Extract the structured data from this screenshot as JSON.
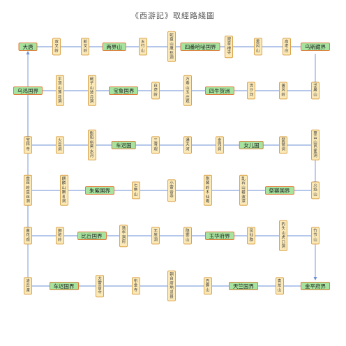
{
  "title": "《西游記》取經路綫圖",
  "colors": {
    "box_fill": "#fbe9b8",
    "box_border": "#d9a34a",
    "kingdom_fill": "#a6e39e",
    "kingdom_border": "#e07b39",
    "line": "#6a8fd6"
  },
  "rows": [
    {
      "direction": "right",
      "nodes": [
        {
          "label": "大唐",
          "kind": "kingdom"
        },
        {
          "label": "双叉岭",
          "kind": "place"
        },
        {
          "label": "蛇叉岭",
          "kind": "place"
        },
        {
          "label": "两界山",
          "kind": "kingdom"
        },
        {
          "label": "五行山",
          "kind": "place"
        },
        {
          "label": "蛇盘山鹰愁涧",
          "kind": "place"
        },
        {
          "label": "四番哈咇国界",
          "kind": "kingdom"
        },
        {
          "label": "观音禅寺",
          "kind": "place"
        },
        {
          "label": "黑风山",
          "kind": "place"
        },
        {
          "label": "高老庄",
          "kind": "place"
        },
        {
          "label": "乌斯藏界",
          "kind": "kingdom"
        }
      ]
    },
    {
      "direction": "left",
      "nodes": [
        {
          "label": "乌鸡国界",
          "kind": "kingdom"
        },
        {
          "label": "平顶山莲花洞",
          "kind": "place"
        },
        {
          "label": "碗子山波月洞",
          "kind": "place"
        },
        {
          "label": "宝象国界",
          "kind": "kingdom"
        },
        {
          "label": "白虎岭",
          "kind": "place"
        },
        {
          "label": "万寿山五庄观",
          "kind": "place"
        },
        {
          "label": "四牛贺洲",
          "kind": "kingdom"
        },
        {
          "label": "流沙河",
          "kind": "place"
        },
        {
          "label": "黄风岭",
          "kind": "place"
        },
        {
          "label": "浮屠山",
          "kind": "place"
        }
      ]
    },
    {
      "direction": "right",
      "nodes": [
        {
          "label": "宝林寺",
          "kind": "place"
        },
        {
          "label": "火云洞",
          "kind": "place"
        },
        {
          "label": "衡阳峪黑水河",
          "kind": "place"
        },
        {
          "label": "车迟国",
          "kind": "kingdom"
        },
        {
          "label": "三清观",
          "kind": "place"
        },
        {
          "label": "通天河",
          "kind": "place"
        },
        {
          "label": "金兜洞",
          "kind": "place"
        },
        {
          "label": "女儿国",
          "kind": "kingdom"
        },
        {
          "label": "琵琶洞",
          "kind": "place"
        },
        {
          "label": "翠云山芭蕉洞",
          "kind": "place"
        }
      ]
    },
    {
      "direction": "left",
      "nodes": [
        {
          "label": "盘丝岭盘丝洞",
          "kind": "place"
        },
        {
          "label": "麒麟山獬豸洞",
          "kind": "place"
        },
        {
          "label": "朱紫国界",
          "kind": "kingdom"
        },
        {
          "label": "七绝山",
          "kind": "place"
        },
        {
          "label": "小雷音寺",
          "kind": "place"
        },
        {
          "label": "荆棘岭木仙庵",
          "kind": "place"
        },
        {
          "label": "乱石山碧波潭",
          "kind": "place"
        },
        {
          "label": "祭赛国界",
          "kind": "kingdom"
        },
        {
          "label": "火焰山",
          "kind": "place"
        }
      ]
    },
    {
      "direction": "right",
      "nodes": [
        {
          "label": "黄花观",
          "kind": "place"
        },
        {
          "label": "狮驼岭",
          "kind": "place"
        },
        {
          "label": "比丘国界",
          "kind": "kingdom"
        },
        {
          "label": "清华洞府",
          "kind": "place"
        },
        {
          "label": "无底洞",
          "kind": "place"
        },
        {
          "label": "隐雾山",
          "kind": "place"
        },
        {
          "label": "玉华府界",
          "kind": "kingdom"
        },
        {
          "label": "凤仙郡",
          "kind": "place"
        },
        {
          "label": "豹头山虎口洞",
          "kind": "place"
        },
        {
          "label": "竹节山",
          "kind": "place"
        }
      ]
    },
    {
      "direction": "left",
      "nodes": [
        {
          "label": "凌云渡",
          "kind": "place"
        },
        {
          "label": "车迟国界",
          "kind": "kingdom"
        },
        {
          "label": "大雷音寺",
          "kind": "place"
        },
        {
          "label": "布金寺",
          "kind": "place"
        },
        {
          "label": "铜台府地灵县",
          "kind": "place"
        },
        {
          "label": "百脚山",
          "kind": "place"
        },
        {
          "label": "天竺国界",
          "kind": "kingdom"
        },
        {
          "label": "青龙山",
          "kind": "place"
        },
        {
          "label": "金平府界",
          "kind": "kingdom"
        }
      ]
    }
  ]
}
